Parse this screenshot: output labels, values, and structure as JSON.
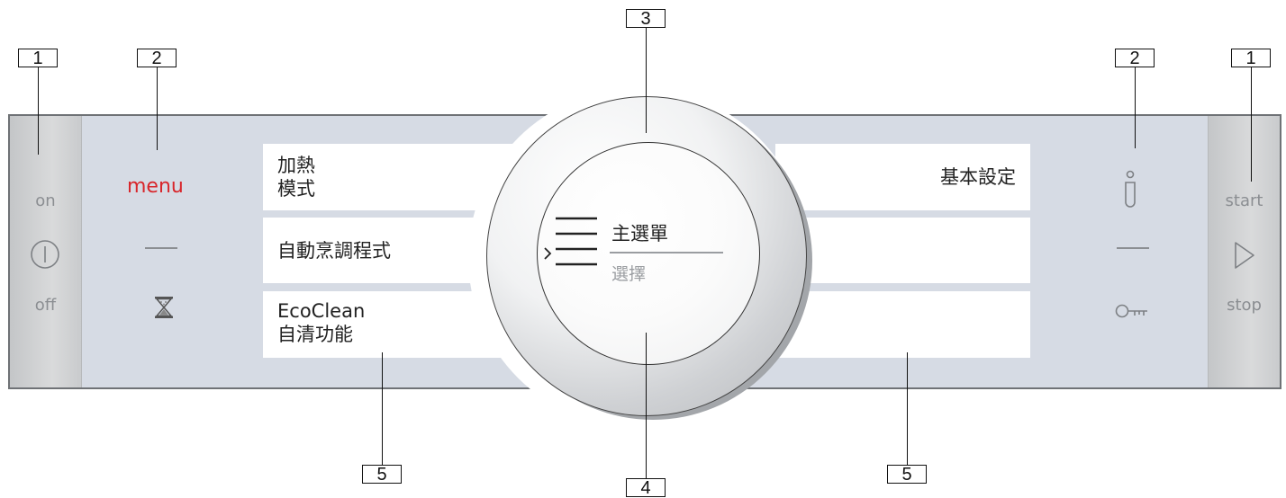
{
  "callouts": {
    "left_on_off": "1",
    "left_menu": "2",
    "knob_ring": "3",
    "knob_center": "4",
    "right_info": "2",
    "right_start": "1",
    "bottom_left_fields": "5",
    "bottom_right_fields": "5"
  },
  "power": {
    "on_label": "on",
    "off_label": "off",
    "icon": "power-icon"
  },
  "menu_button": {
    "label": "menu"
  },
  "timer": {
    "icon": "hourglass-icon"
  },
  "left_fields": [
    {
      "text": "加熱\n模式"
    },
    {
      "text": "自動烹調程式"
    },
    {
      "text": "EcoClean\n自清功能"
    }
  ],
  "right_fields": [
    {
      "text": "基本設定"
    },
    {
      "text": ""
    },
    {
      "text": ""
    }
  ],
  "knob": {
    "title": "主選單",
    "subtitle": "選擇",
    "menu_icon": "hamburger-menu-icon",
    "arrow_icon": "chevron-right-icon"
  },
  "info": {
    "icon": "info-icon"
  },
  "lock": {
    "icon": "key-icon"
  },
  "start_stop": {
    "start_label": "start",
    "stop_label": "stop",
    "icon": "play-icon"
  },
  "colors": {
    "menu_red": "#d8262b",
    "panel": "#d6dbe4",
    "label_grey": "#8b8e92"
  }
}
